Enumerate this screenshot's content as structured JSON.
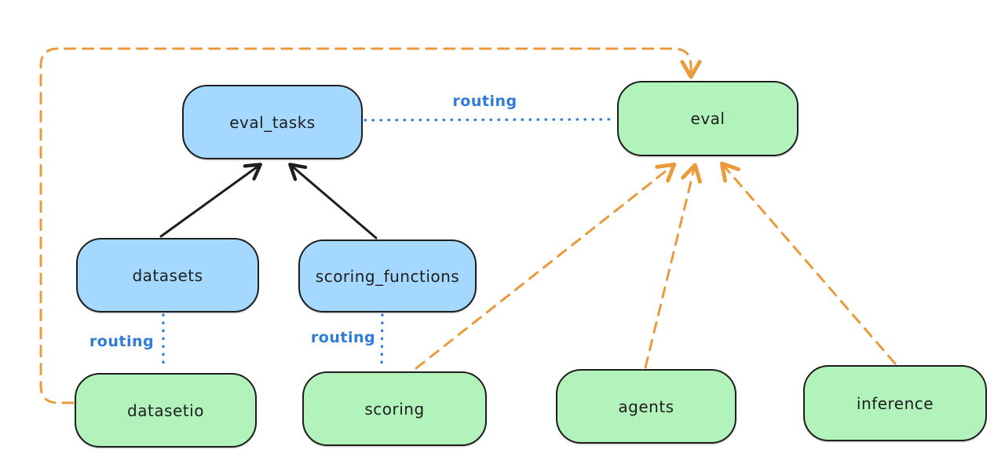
{
  "diagram": {
    "background": "#ffffff",
    "colors": {
      "box_stroke": "#1e1e1e",
      "blue_box_fill": "#a5d8ff",
      "green_box_fill": "#b2f2bb",
      "solid_arrow": "#1e1e1e",
      "dashed_arrow_orange": "#ea9a3b",
      "dotted_line_blue": "#2e7cd6",
      "routing_label_blue": "#2e7cd6"
    },
    "nodes": [
      {
        "id": "eval_tasks",
        "label": "eval_tasks",
        "fill": "#a5d8ff"
      },
      {
        "id": "eval",
        "label": "eval",
        "fill": "#b2f2bb"
      },
      {
        "id": "datasets",
        "label": "datasets",
        "fill": "#a5d8ff"
      },
      {
        "id": "scoring_functions",
        "label": "scoring_functions",
        "fill": "#a5d8ff"
      },
      {
        "id": "datasetio",
        "label": "datasetio",
        "fill": "#b2f2bb"
      },
      {
        "id": "scoring",
        "label": "scoring",
        "fill": "#b2f2bb"
      },
      {
        "id": "agents",
        "label": "agents",
        "fill": "#b2f2bb"
      },
      {
        "id": "inference",
        "label": "inference",
        "fill": "#b2f2bb"
      }
    ],
    "edges": [
      {
        "from": "datasets",
        "to": "eval_tasks",
        "style": "solid-black-arrow"
      },
      {
        "from": "scoring_functions",
        "to": "eval_tasks",
        "style": "solid-black-arrow"
      },
      {
        "from": "eval_tasks",
        "to": "eval",
        "style": "dotted-blue",
        "label": "routing"
      },
      {
        "from": "datasets",
        "to": "datasetio",
        "style": "dotted-blue",
        "label": "routing"
      },
      {
        "from": "scoring_functions",
        "to": "scoring",
        "style": "dotted-blue",
        "label": "routing"
      },
      {
        "from": "datasetio",
        "to": "eval",
        "style": "dashed-orange-arrow"
      },
      {
        "from": "scoring",
        "to": "eval",
        "style": "dashed-orange-arrow"
      },
      {
        "from": "agents",
        "to": "eval",
        "style": "dashed-orange-arrow"
      },
      {
        "from": "inference",
        "to": "eval",
        "style": "dashed-orange-arrow"
      }
    ]
  }
}
